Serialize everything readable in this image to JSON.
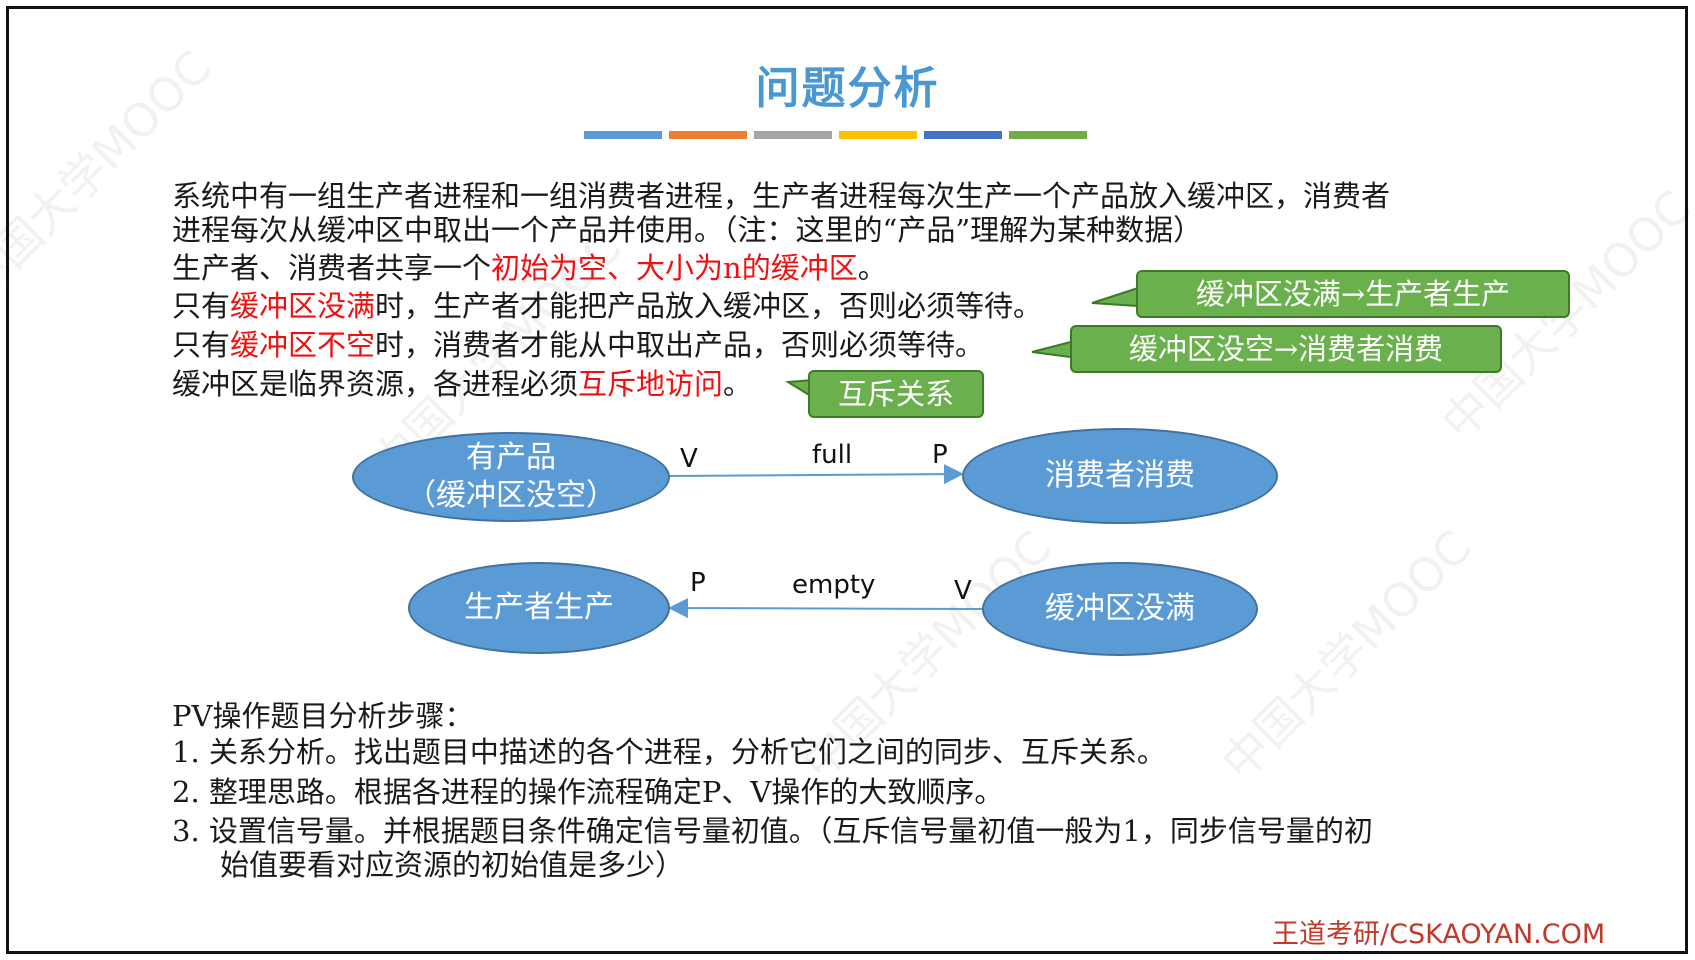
{
  "title": "问题分析",
  "title_bar_colors": [
    "#5b9bd5",
    "#ed7d31",
    "#a5a5a5",
    "#ffc000",
    "#4472c4",
    "#70ad47"
  ],
  "intro": {
    "line1": "系统中有一组生产者进程和一组消费者进程，生产者进程每次生产一个产品放入缓冲区，消费者",
    "line2": "进程每次从缓冲区中取出一个产品并使用。（注：这里的“产品”理解为某种数据）",
    "line3_a": "生产者、消费者共享一个",
    "line3_red": "初始为空、大小为n的缓冲区",
    "line3_b": "。",
    "line4_a": "只有",
    "line4_red": "缓冲区没满",
    "line4_b": "时，生产者才能把产品放入缓冲区，否则必须等待。",
    "line5_a": "只有",
    "line5_red": "缓冲区不空",
    "line5_b": "时，消费者才能从中取出产品，否则必须等待。",
    "line6_a": "缓冲区是临界资源，各进程必须",
    "line6_red": "互斥地访问",
    "line6_b": "。"
  },
  "callouts": {
    "producer": "缓冲区没满→生产者生产",
    "consumer": "缓冲区没空→消费者消费",
    "mutex": "互斥关系"
  },
  "diagram": {
    "ellipse_has_product_1": "有产品",
    "ellipse_has_product_2": "（缓冲区没空）",
    "ellipse_consumer": "消费者消费",
    "ellipse_producer": "生产者生产",
    "ellipse_not_full": "缓冲区没满",
    "full_label": "full",
    "full_v": "V",
    "full_p": "P",
    "empty_label": "empty",
    "empty_p": "P",
    "empty_v": "V"
  },
  "steps": {
    "heading": "PV操作题目分析步骤：",
    "s1": "1.  关系分析。找出题目中描述的各个进程，分析它们之间的同步、互斥关系。",
    "s2": "2.  整理思路。根据各进程的操作流程确定P、V操作的大致顺序。",
    "s3a": "3.  设置信号量。并根据题目条件确定信号量初值。（互斥信号量初值一般为1，同步信号量的初",
    "s3b": "始值要看对应资源的初始值是多少）"
  },
  "footer": "王道考研/CSKAOYAN.COM",
  "watermark": "中国大学MOOC"
}
